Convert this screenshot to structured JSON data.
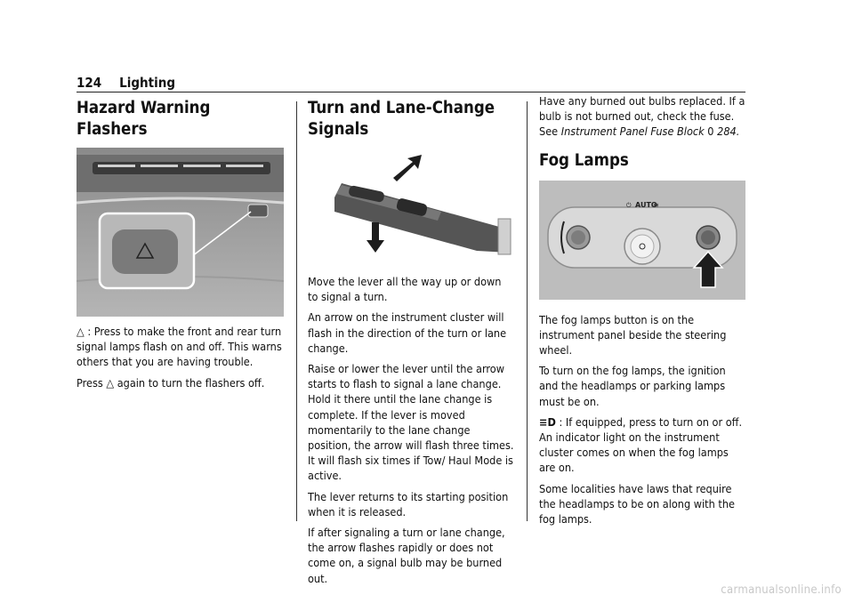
{
  "header": {
    "page_number": "124",
    "section": "Lighting"
  },
  "hazard": {
    "title": "Hazard Warning Flashers",
    "para1_rest": " : Press to make the front and rear turn signal lamps flash on and off. This warns others that you are having trouble.",
    "para2_pre": "Press ",
    "para2_post": " again to turn the flashers off."
  },
  "turn": {
    "title": "Turn and Lane-Change Signals",
    "paras": [
      "Move the lever all the way up or down to signal a turn.",
      "An arrow on the instrument cluster will flash in the direction of the turn or lane change.",
      "Raise or lower the lever until the arrow starts to flash to signal a lane change. Hold it there until the lane change is complete. If the lever is moved momentarily to the lane change position, the arrow will flash three times. It will flash six times if Tow/ Haul Mode is active.",
      "The lever returns to its starting position when it is released.",
      "If after signaling a turn or lane change, the arrow flashes rapidly or does not come on, a signal bulb may be burned out."
    ]
  },
  "bulbs": {
    "text": "Have any burned out bulbs replaced. If a bulb is not burned out, check the fuse. See ",
    "link_text": "Instrument Panel Fuse Block",
    "ref_symbol": "0",
    "ref_page": "284."
  },
  "fog": {
    "title": "Fog Lamps",
    "auto_label": "AUTO",
    "paras": [
      "The fog lamps button is on the instrument panel beside the steering wheel.",
      "To turn on the fog lamps, the ignition and the headlamps or parking lamps must be on."
    ],
    "equipped_text": " : If equipped, press to turn on or off. An indicator light on the instrument cluster comes on when the fog lamps are on.",
    "last_para": "Some localities have laws that require the headlamps to be on along with the fog lamps."
  },
  "footer": {
    "watermark": "carmanualsonline.info"
  }
}
